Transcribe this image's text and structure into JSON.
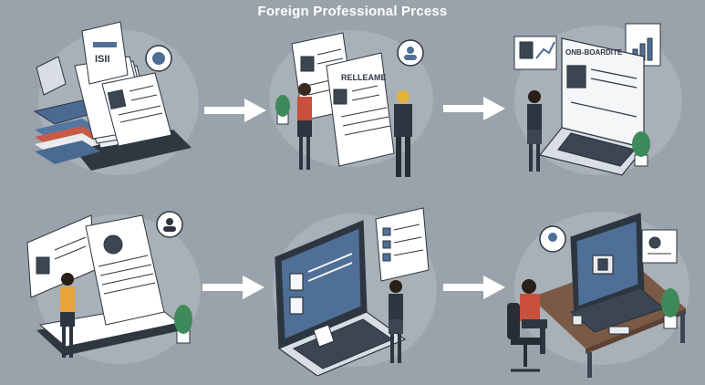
{
  "title": "Foreign Professional Prcess",
  "steps": [
    {
      "sign": "ISII"
    },
    {
      "sign": "RELLEAME"
    },
    {
      "sign": "ONB-BOARDITE"
    },
    {
      "sign": ""
    },
    {
      "sign": ""
    },
    {
      "sign": ""
    }
  ],
  "colors": {
    "background": "#9aa3ab",
    "paper": "#f4f6f8",
    "ink": "#2d3640",
    "accent_blue": "#4f6f96",
    "accent_red": "#c8503c",
    "plant": "#3f8a5a"
  }
}
